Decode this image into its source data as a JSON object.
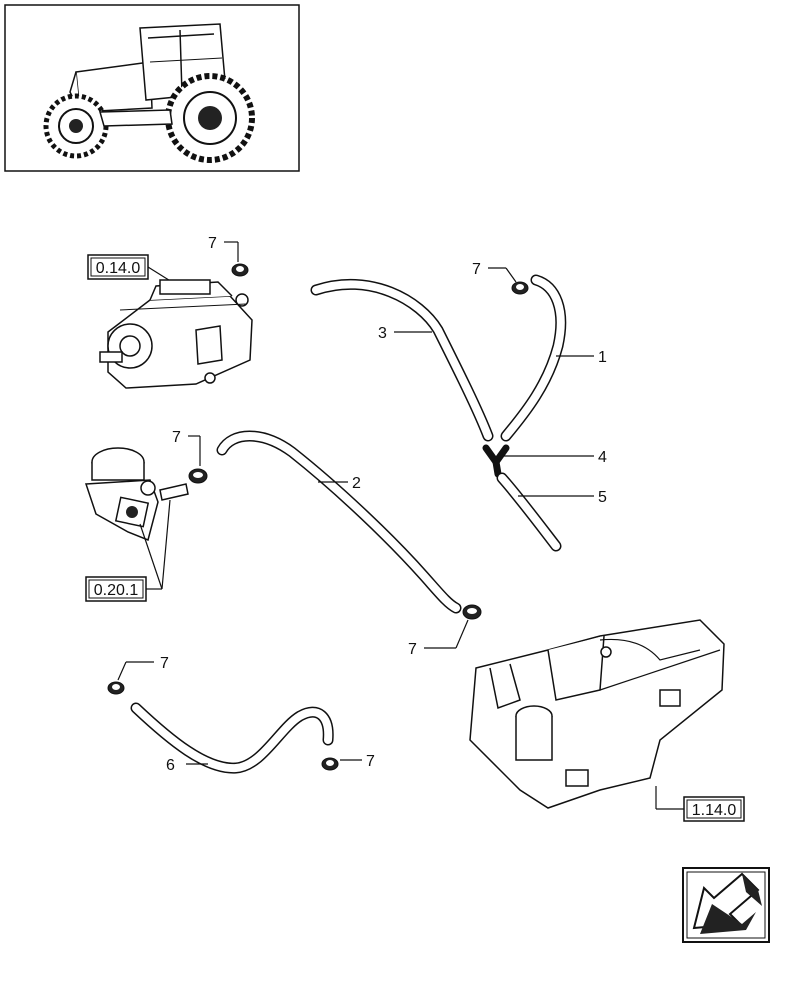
{
  "diagram": {
    "callouts": {
      "c1": "1",
      "c2": "2",
      "c3": "3",
      "c4": "4",
      "c5": "5",
      "c6": "6",
      "c7a": "7",
      "c7b": "7",
      "c7c": "7",
      "c7d": "7",
      "c7e": "7",
      "c7f": "7"
    },
    "references": {
      "injection_pump": "0.14.0",
      "feed_pump": "0.20.1",
      "fuel_tank": "1.14.0"
    },
    "icons": {
      "thumbnail": "tractor-icon",
      "navigation": "next-page-arrow-icon"
    }
  }
}
